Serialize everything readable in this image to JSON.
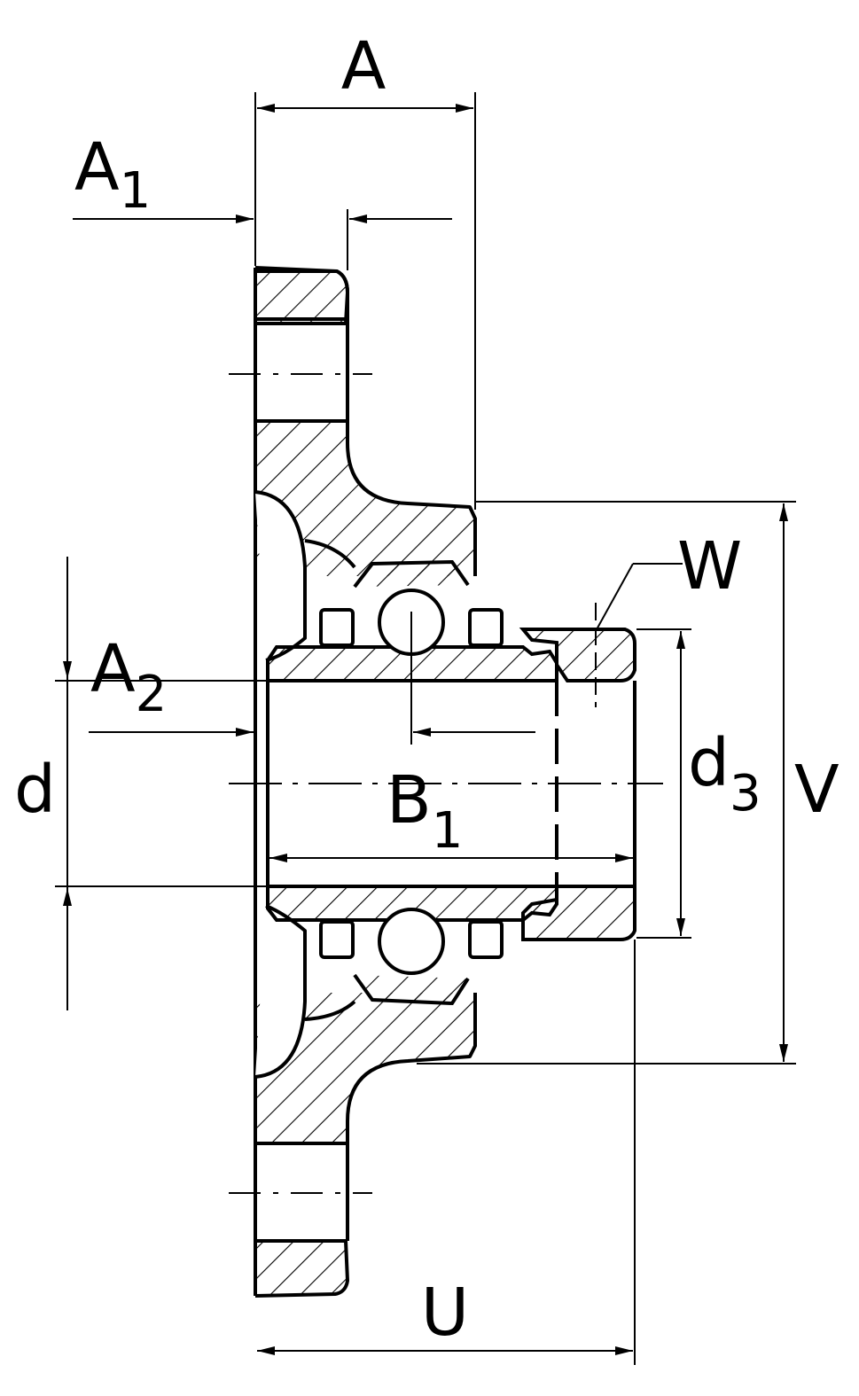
{
  "labels": {
    "A": "A",
    "A1": {
      "main": "A",
      "sub": "1"
    },
    "A2": {
      "main": "A",
      "sub": "2"
    },
    "B1": {
      "main": "B",
      "sub": "1"
    },
    "d": "d",
    "d3": {
      "main": "d",
      "sub": "3"
    },
    "V": "V",
    "W": "W",
    "U": "U"
  },
  "colors": {
    "line": "#000000",
    "background": "#ffffff"
  }
}
